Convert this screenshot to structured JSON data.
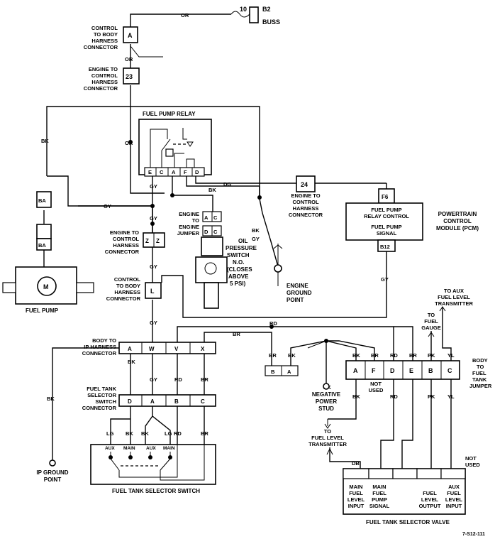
{
  "battery": {
    "pin": "10",
    "label": "B2",
    "sub": "BUSS"
  },
  "conn_a_top": {
    "label": [
      "CONTROL",
      "TO BODY",
      "HARNESS",
      "CONNECTOR"
    ],
    "pin": "A"
  },
  "conn_23": {
    "label": [
      "ENGINE TO",
      "CONTROL",
      "HARNESS",
      "CONNECTOR"
    ],
    "pin": "23"
  },
  "relay": {
    "title": "FUEL PUMP RELAY",
    "pins": [
      "E",
      "C",
      "A",
      "F",
      "D"
    ]
  },
  "conn_24": {
    "label": [
      "ENGINE TO",
      "CONTROL",
      "HARNESS",
      "CONNECTOR"
    ],
    "pin": "24"
  },
  "pcm": {
    "f6": "F6",
    "line1": "FUEL PUMP",
    "line2": "RELAY CONTROL",
    "line3": "FUEL PUMP",
    "line4": "SIGNAL",
    "b12": "B12",
    "name": [
      "POWERTRAIN",
      "CONTROL",
      "MODULE (PCM)"
    ]
  },
  "pump": {
    "conn": "BA",
    "label": "FUEL PUMP",
    "motor": "M"
  },
  "jumper": {
    "label": [
      "ENGINE",
      "TO",
      "ENGINE",
      "JUMPER"
    ],
    "pins": [
      "A",
      "C"
    ],
    "pins2": [
      "D",
      "C"
    ]
  },
  "oil_switch": {
    "label": [
      "OIL",
      "PRESSURE",
      "SWITCH",
      "N.O.",
      "(CLOSES",
      "ABOVE",
      "5 PSI)"
    ]
  },
  "ground": {
    "label": [
      "ENGINE",
      "GROUND",
      "POINT"
    ]
  },
  "conn_zz": {
    "label": [
      "ENGINE TO",
      "CONTROL",
      "HARNESS",
      "CONNECTOR"
    ],
    "pins": [
      "Z",
      "Z"
    ]
  },
  "conn_l": {
    "label": [
      "CONTROL",
      "TO BODY",
      "HARNESS",
      "CONNECTOR"
    ],
    "pin": "L"
  },
  "body_ip": {
    "label": [
      "BODY TO",
      "IP HARNESS",
      "CONNECTOR"
    ],
    "pins": [
      "A",
      "W",
      "V",
      "X"
    ]
  },
  "selector_conn": {
    "label": [
      "FUEL TANK",
      "SELECTOR",
      "SWITCH",
      "CONNECTOR"
    ],
    "pins": [
      "D",
      "A",
      "B",
      "C"
    ]
  },
  "switch": {
    "label": "FUEL TANK SELECTOR SWITCH",
    "aux": "AUX",
    "main": "MAIN"
  },
  "ip_ground": {
    "label": [
      "IP GROUND",
      "POINT"
    ]
  },
  "ba_small": {
    "pins": [
      "B",
      "A"
    ]
  },
  "neg_stud": {
    "label": [
      "NEGATIVE",
      "POWER",
      "STUD"
    ]
  },
  "valve_conn": {
    "pins": [
      "A",
      "F",
      "D",
      "E",
      "B",
      "C"
    ],
    "not_used": [
      "NOT",
      "USED"
    ]
  },
  "to_gauge": {
    "label": [
      "TO",
      "FUEL",
      "GAUGE"
    ]
  },
  "to_aux": {
    "label": [
      "TO AUX",
      "FUEL LEVEL",
      "TRANSMITTER"
    ]
  },
  "to_flt": {
    "label": [
      "TO",
      "FUEL LEVEL",
      "TRANSMITTER"
    ]
  },
  "jumper_body": {
    "label": [
      "BODY",
      "TO",
      "FUEL",
      "TANK",
      "JUMPER"
    ]
  },
  "valve": {
    "title": "FUEL TANK SELECTOR VALVE",
    "db": "DB",
    "not_used": [
      "NOT",
      "USED"
    ],
    "c1": [
      "MAIN",
      "FUEL",
      "LEVEL",
      "INPUT"
    ],
    "c2": [
      "MAIN",
      "FUEL",
      "PUMP",
      "SIGNAL"
    ],
    "c3": [
      "FUEL",
      "LEVEL",
      "OUTPUT"
    ],
    "c4": [
      "AUX",
      "FUEL",
      "LEVEL",
      "INPUT"
    ]
  },
  "wires": {
    "or": "OR",
    "bk": "BK",
    "gy": "GY",
    "dg": "DG",
    "rd": "RD",
    "br": "BR",
    "lg": "LG",
    "pk": "PK",
    "yl": "YL"
  },
  "ref": "7-S12-111"
}
